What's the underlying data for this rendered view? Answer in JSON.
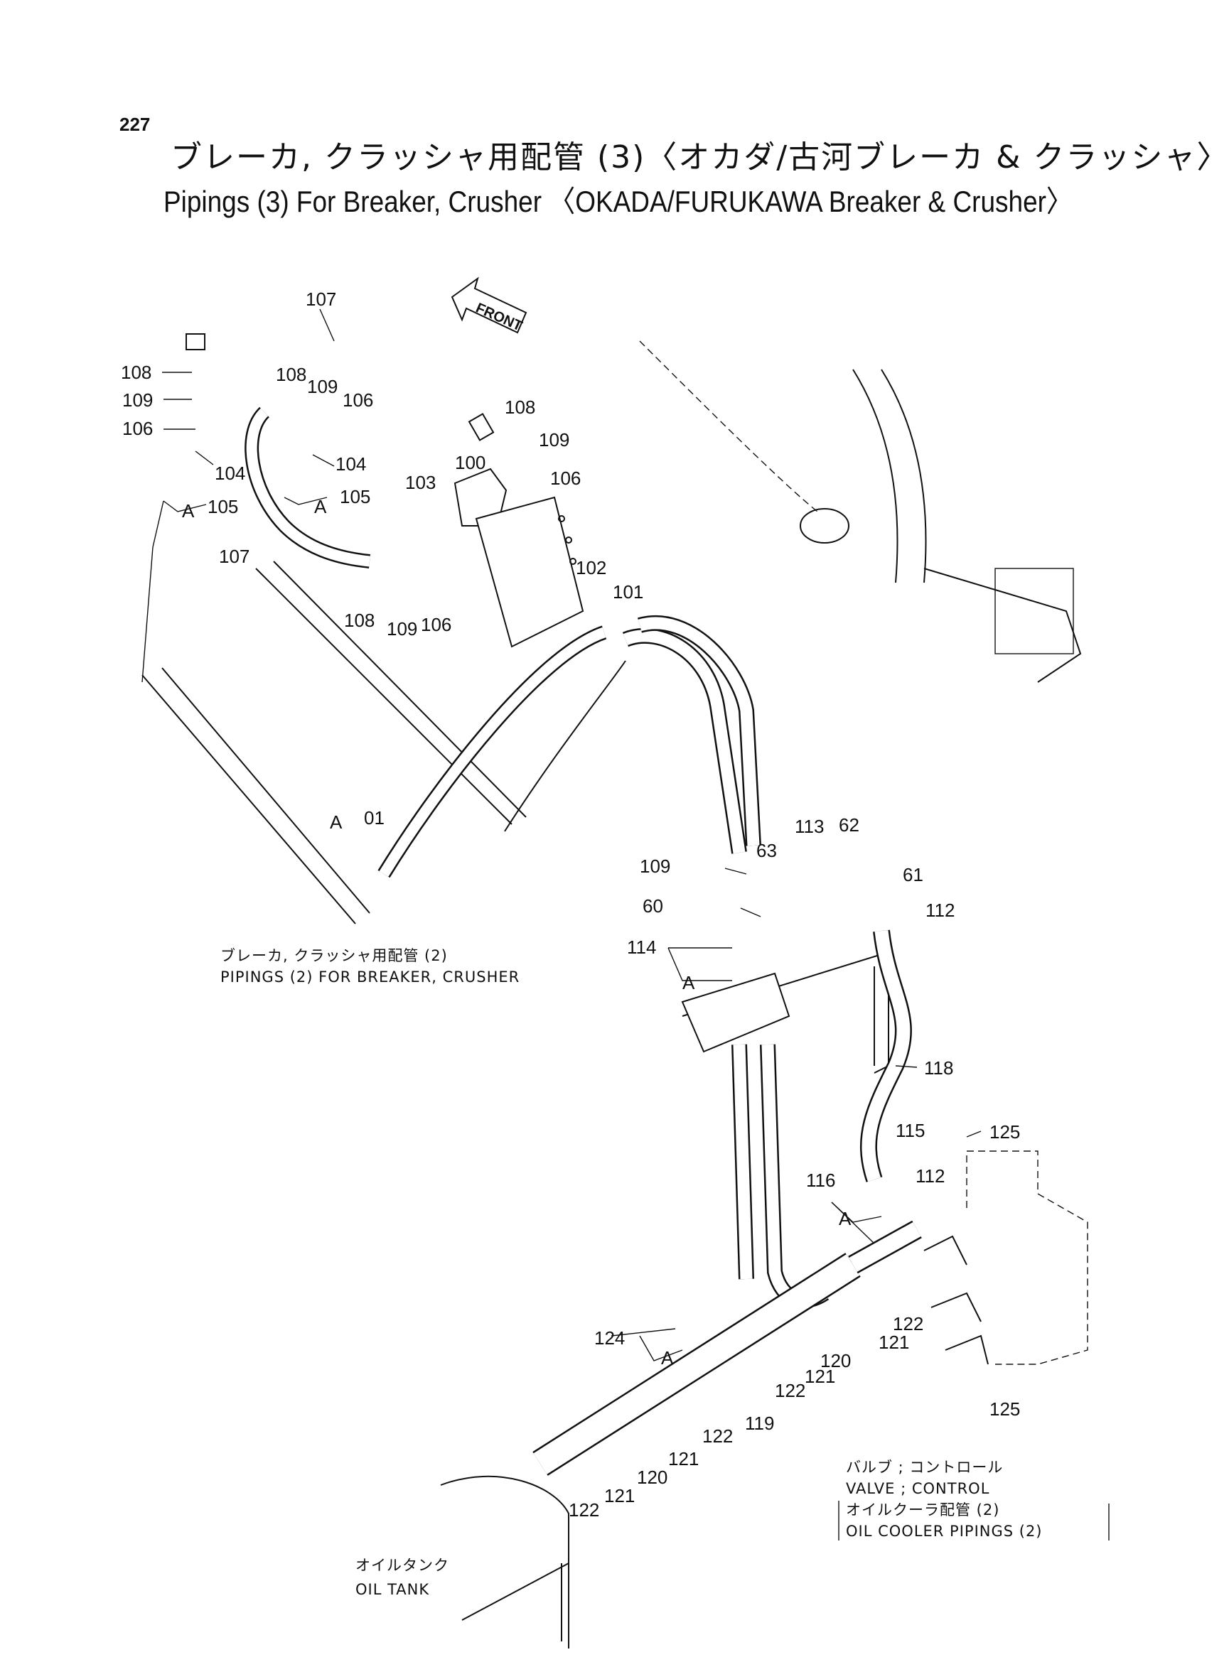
{
  "page_number": "227",
  "title_jp": "ブレーカ, クラッシャ用配管 (3)〈オカダ/古河ブレーカ & クラッシャ〉",
  "title_en": "Pipings (3) For Breaker, Crusher 〈OKADA/FURUKAWA Breaker & Crusher〉",
  "front_marker": "FRONT",
  "notes": {
    "pipings2_jp": "ブレーカ, クラッシャ用配管 (2)",
    "pipings2_en": "PIPINGS (2) FOR BREAKER, CRUSHER",
    "valve_jp": "バルブ ; コントロール",
    "valve_en": "VALVE ; CONTROL",
    "cooler_jp": "オイルクーラ配管 (2)",
    "cooler_en": "OIL COOLER PIPINGS (2)",
    "tank_jp": "オイルタンク",
    "tank_en": "OIL TANK"
  },
  "part_labels": {
    "p107a": "107",
    "p108a": "108",
    "p109a": "109",
    "p106a": "106",
    "p104a": "104",
    "p105a": "105",
    "pAa": "A",
    "p108b": "108",
    "p109b": "109",
    "p106b": "106",
    "p104b": "104",
    "p105b": "105",
    "pAb": "A",
    "p107b": "107",
    "p108c": "108",
    "p109c": "109",
    "p106c": "106",
    "p100": "100",
    "p103": "103",
    "p102": "102",
    "p101": "101",
    "p108d": "108",
    "p109d": "109",
    "p106d": "106",
    "pAc": "A",
    "p01": "01",
    "p109e": "109",
    "p63": "63",
    "p113": "113",
    "p62": "62",
    "p61": "61",
    "p112a": "112",
    "p60": "60",
    "p114": "114",
    "pAd": "A",
    "p118": "118",
    "p115": "115",
    "p125a": "125",
    "p112b": "112",
    "p116": "116",
    "pAe": "A",
    "p124": "124",
    "pAf": "A",
    "p122a": "122",
    "p121a": "121",
    "p120a": "120",
    "p122b": "122",
    "p121b": "121",
    "p119": "119",
    "p122c": "122",
    "p121c": "121",
    "p120b": "120",
    "p121d": "121",
    "p122d": "122",
    "p125b": "125"
  }
}
